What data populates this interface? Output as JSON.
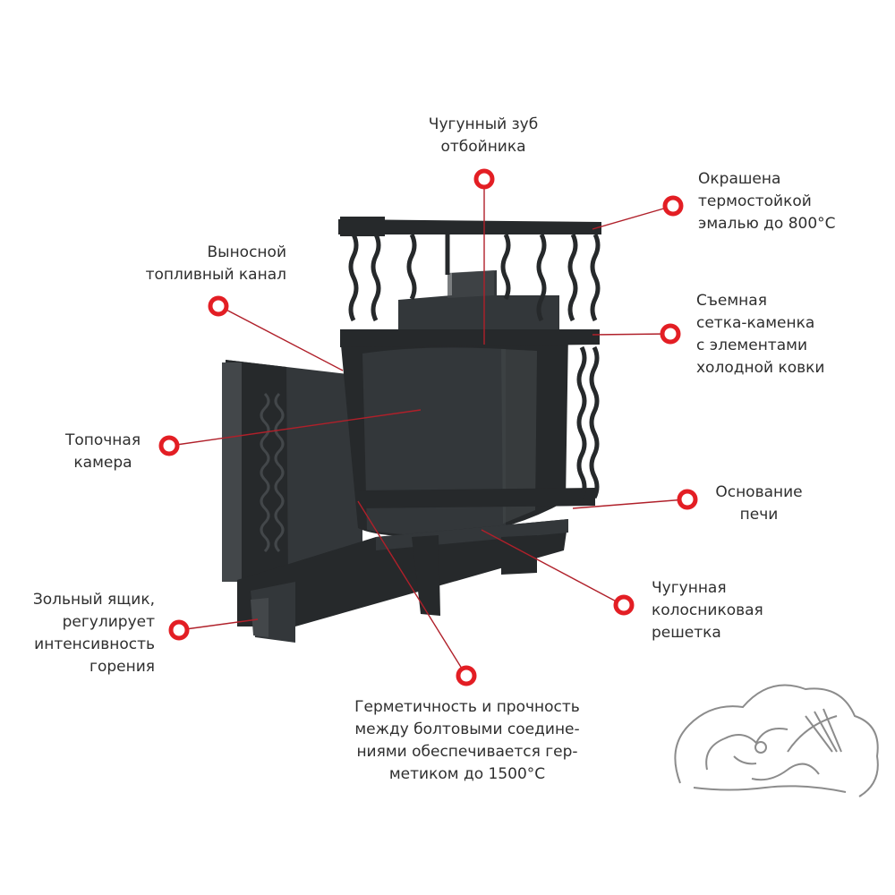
{
  "palette": {
    "marker": "#e31e24",
    "leader": "#b0202a",
    "stove_dark": "#26292b",
    "stove_mid": "#33373a",
    "stove_light": "#43474a",
    "text": "#2f2f2f",
    "logo_stroke": "#8c8c8c"
  },
  "callouts": [
    {
      "id": "breaker-tooth",
      "text": "Чугунный зуб\nотбойника"
    },
    {
      "id": "enamel",
      "text": "Окрашена\nтермостойкой\nэмалью до 800°С"
    },
    {
      "id": "fuel-channel",
      "text": "Выносной\nтопливный канал"
    },
    {
      "id": "stone-mesh",
      "text": "Съемная\nсетка-каменка\nс элементами\nхолодной ковки"
    },
    {
      "id": "firebox",
      "text": "Топочная\nкамера"
    },
    {
      "id": "base",
      "text": "Основание\nпечи"
    },
    {
      "id": "grate",
      "text": "Чугунная\nколосниковая\nрешетка"
    },
    {
      "id": "ash-box",
      "text": "Зольный ящик,\nрегулирует\nинтенсивность\nгорения"
    },
    {
      "id": "sealant",
      "text": "Герметичность и прочность\nмежду болтовыми соедине-\nниями обеспечивается гер-\nметиком до 1500°С"
    }
  ],
  "logo": {
    "icon": "bather-with-broom-logo"
  }
}
